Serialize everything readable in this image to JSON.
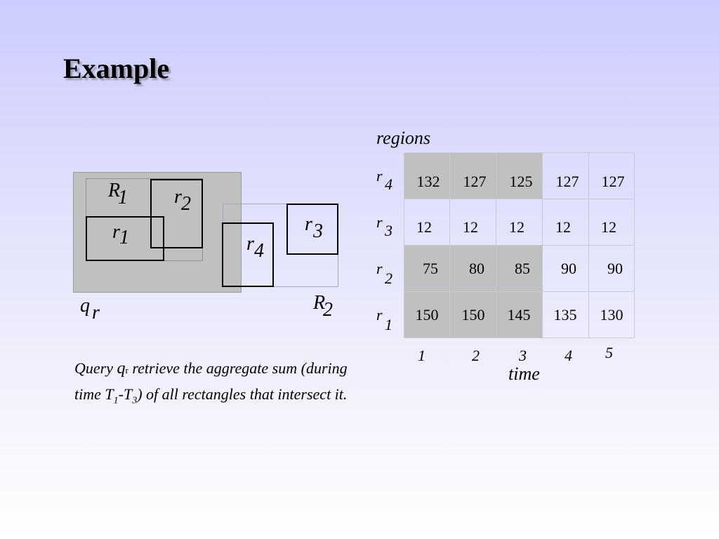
{
  "slide": {
    "title": "Example"
  },
  "diagram": {
    "labels": {
      "R1": {
        "base": "R",
        "sub": "1"
      },
      "R2": {
        "base": "R",
        "sub": "2"
      },
      "r1": {
        "base": "r",
        "sub": "1"
      },
      "r2": {
        "base": "r",
        "sub": "2"
      },
      "r3": {
        "base": "r",
        "sub": "3"
      },
      "r4": {
        "base": "r",
        "sub": "4"
      },
      "qr": {
        "base": "q",
        "sub": "r"
      }
    }
  },
  "table": {
    "title": "regions",
    "xlabel": "time",
    "rows": [
      {
        "base": "r",
        "sub": "4",
        "values": [
          "132",
          "127",
          "125",
          "127",
          "127"
        ]
      },
      {
        "base": "r",
        "sub": "3",
        "values": [
          "12",
          "12",
          "12",
          "12",
          "12"
        ]
      },
      {
        "base": "r",
        "sub": "2",
        "values": [
          "75",
          "80",
          "85",
          "90",
          "90"
        ]
      },
      {
        "base": "r",
        "sub": "1",
        "values": [
          "150",
          "150",
          "145",
          "135",
          "130"
        ]
      }
    ],
    "time_ticks": [
      "1",
      "2",
      "3",
      "4",
      "5"
    ],
    "shaded_rows": [
      "r4",
      "r2",
      "r1"
    ],
    "shaded_time_range": [
      1,
      3
    ]
  },
  "caption": {
    "part1": "Query ",
    "q": "q",
    "q_sub": "r",
    "part2": " retrieve the aggregate sum (during time ",
    "T": "T",
    "t1": "1",
    "dash": "-",
    "t3": "3",
    "part3": ") of all rectangles that intersect it."
  },
  "colors": {
    "shade": "#c0c0c0",
    "bg_top": "#ccccff",
    "bg_bottom": "#ffffff"
  }
}
